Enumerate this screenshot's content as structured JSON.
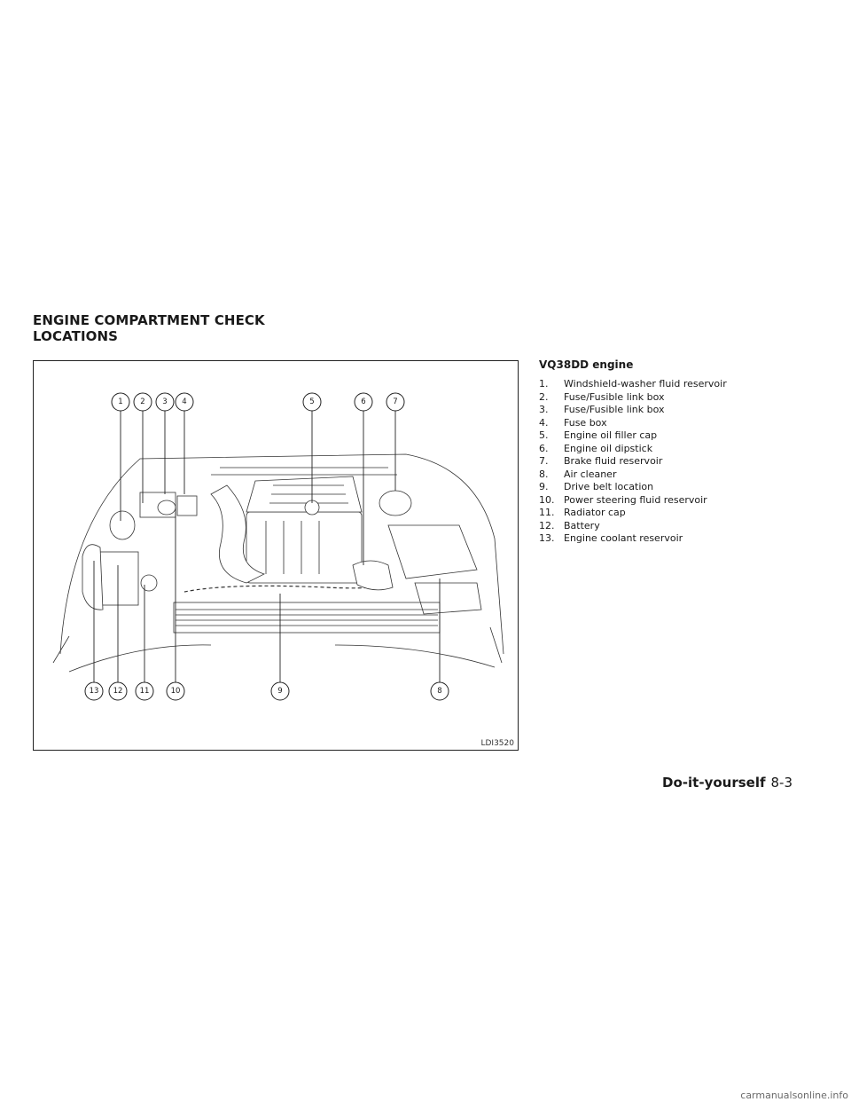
{
  "section_title": {
    "line1": "ENGINE COMPARTMENT CHECK",
    "line2": "LOCATIONS"
  },
  "figure": {
    "code": "LDI3520",
    "callouts": [
      "1",
      "2",
      "3",
      "4",
      "5",
      "6",
      "7",
      "8",
      "9",
      "10",
      "11",
      "12",
      "13"
    ]
  },
  "legend": {
    "title": "VQ38DD engine",
    "items": [
      {
        "num": "1.",
        "text": "Windshield-washer fluid reservoir"
      },
      {
        "num": "2.",
        "text": "Fuse/Fusible link box"
      },
      {
        "num": "3.",
        "text": "Fuse/Fusible link box"
      },
      {
        "num": "4.",
        "text": "Fuse box"
      },
      {
        "num": "5.",
        "text": "Engine oil filler cap"
      },
      {
        "num": "6.",
        "text": "Engine oil dipstick"
      },
      {
        "num": "7.",
        "text": "Brake fluid reservoir"
      },
      {
        "num": "8.",
        "text": "Air cleaner"
      },
      {
        "num": "9.",
        "text": "Drive belt location"
      },
      {
        "num": "10.",
        "text": "Power steering fluid reservoir"
      },
      {
        "num": "11.",
        "text": "Radiator cap"
      },
      {
        "num": "12.",
        "text": "Battery"
      },
      {
        "num": "13.",
        "text": "Engine coolant reservoir"
      }
    ]
  },
  "footer": {
    "section": "Do-it-yourself",
    "page": "8-3"
  },
  "watermark": "carmanualsonline.info"
}
